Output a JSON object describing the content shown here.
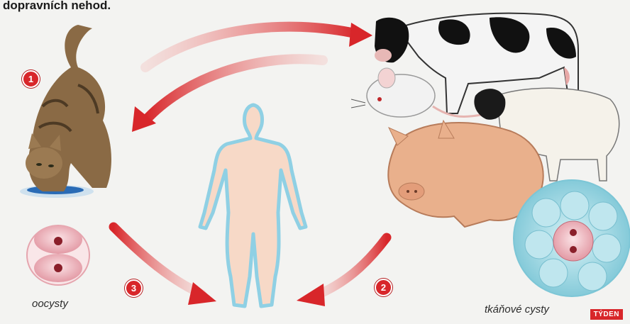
{
  "heading": "dopravních nehod.",
  "labels": {
    "oocysts": "oocysty",
    "tissue_cysts": "tkáňové cysty"
  },
  "badges": [
    "1",
    "2",
    "3"
  ],
  "logo": "TÝDEN",
  "colors": {
    "arrow": "#d8262a",
    "badge": "#d8262a",
    "human_glow": "#9ed8ea",
    "human_skin": "#f7d9c7"
  },
  "icons": [
    "cat-icon",
    "cow-icon",
    "mouse-icon",
    "sheep-icon",
    "pig-icon",
    "human-figure-icon",
    "oocyst-icon",
    "tissue-cyst-icon"
  ]
}
